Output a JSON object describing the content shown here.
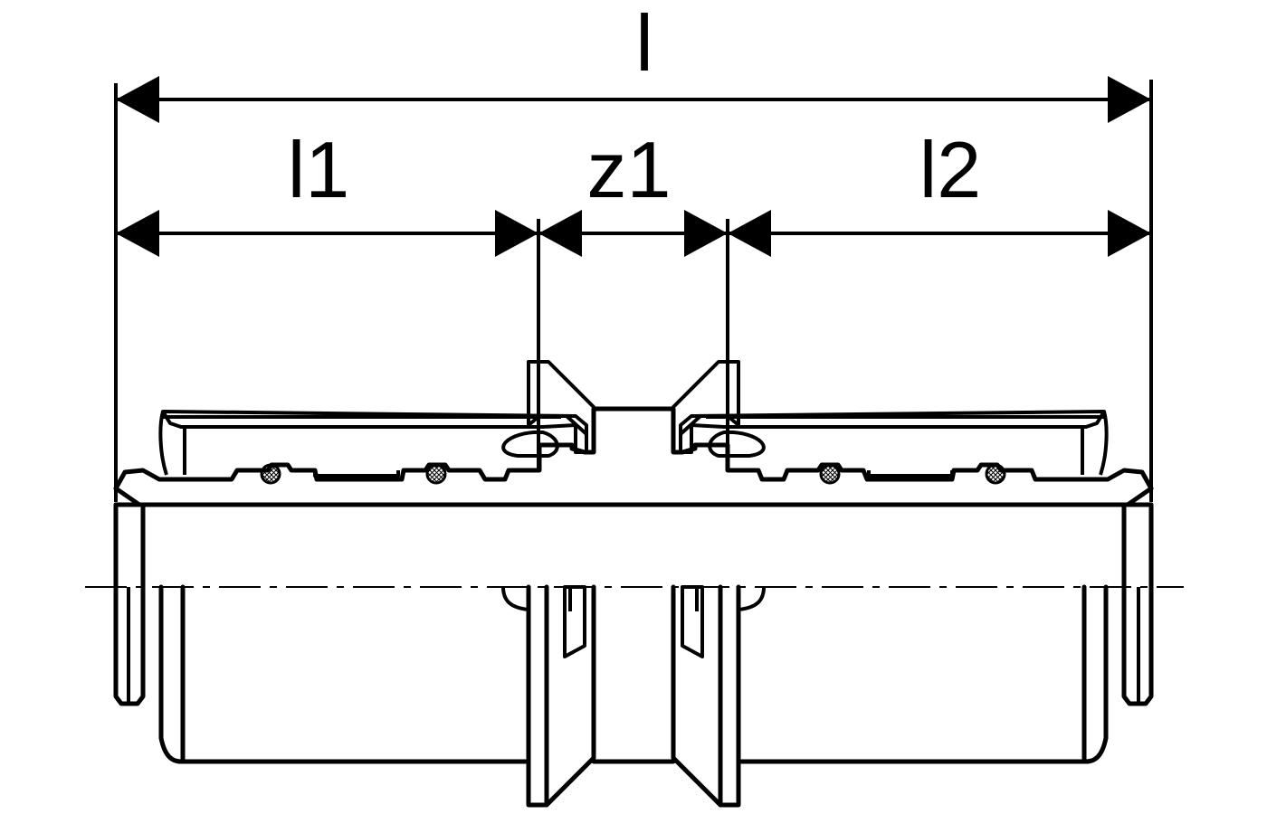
{
  "dimensions": {
    "overall": "l",
    "left_insertion": "l1",
    "center": "z1",
    "right_insertion": "l2"
  }
}
